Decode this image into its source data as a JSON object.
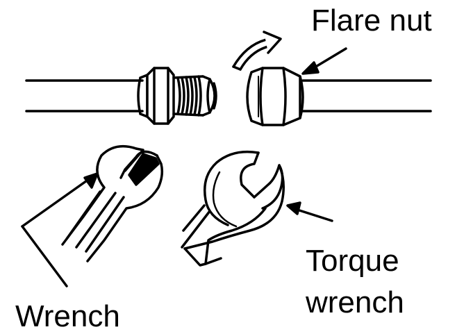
{
  "labels": {
    "flare_nut": "Flare nut",
    "wrench": "Wrench",
    "torque_line1": "Torque",
    "torque_line2": "wrench"
  },
  "colors": {
    "ink": "#000000",
    "paper": "#ffffff"
  }
}
